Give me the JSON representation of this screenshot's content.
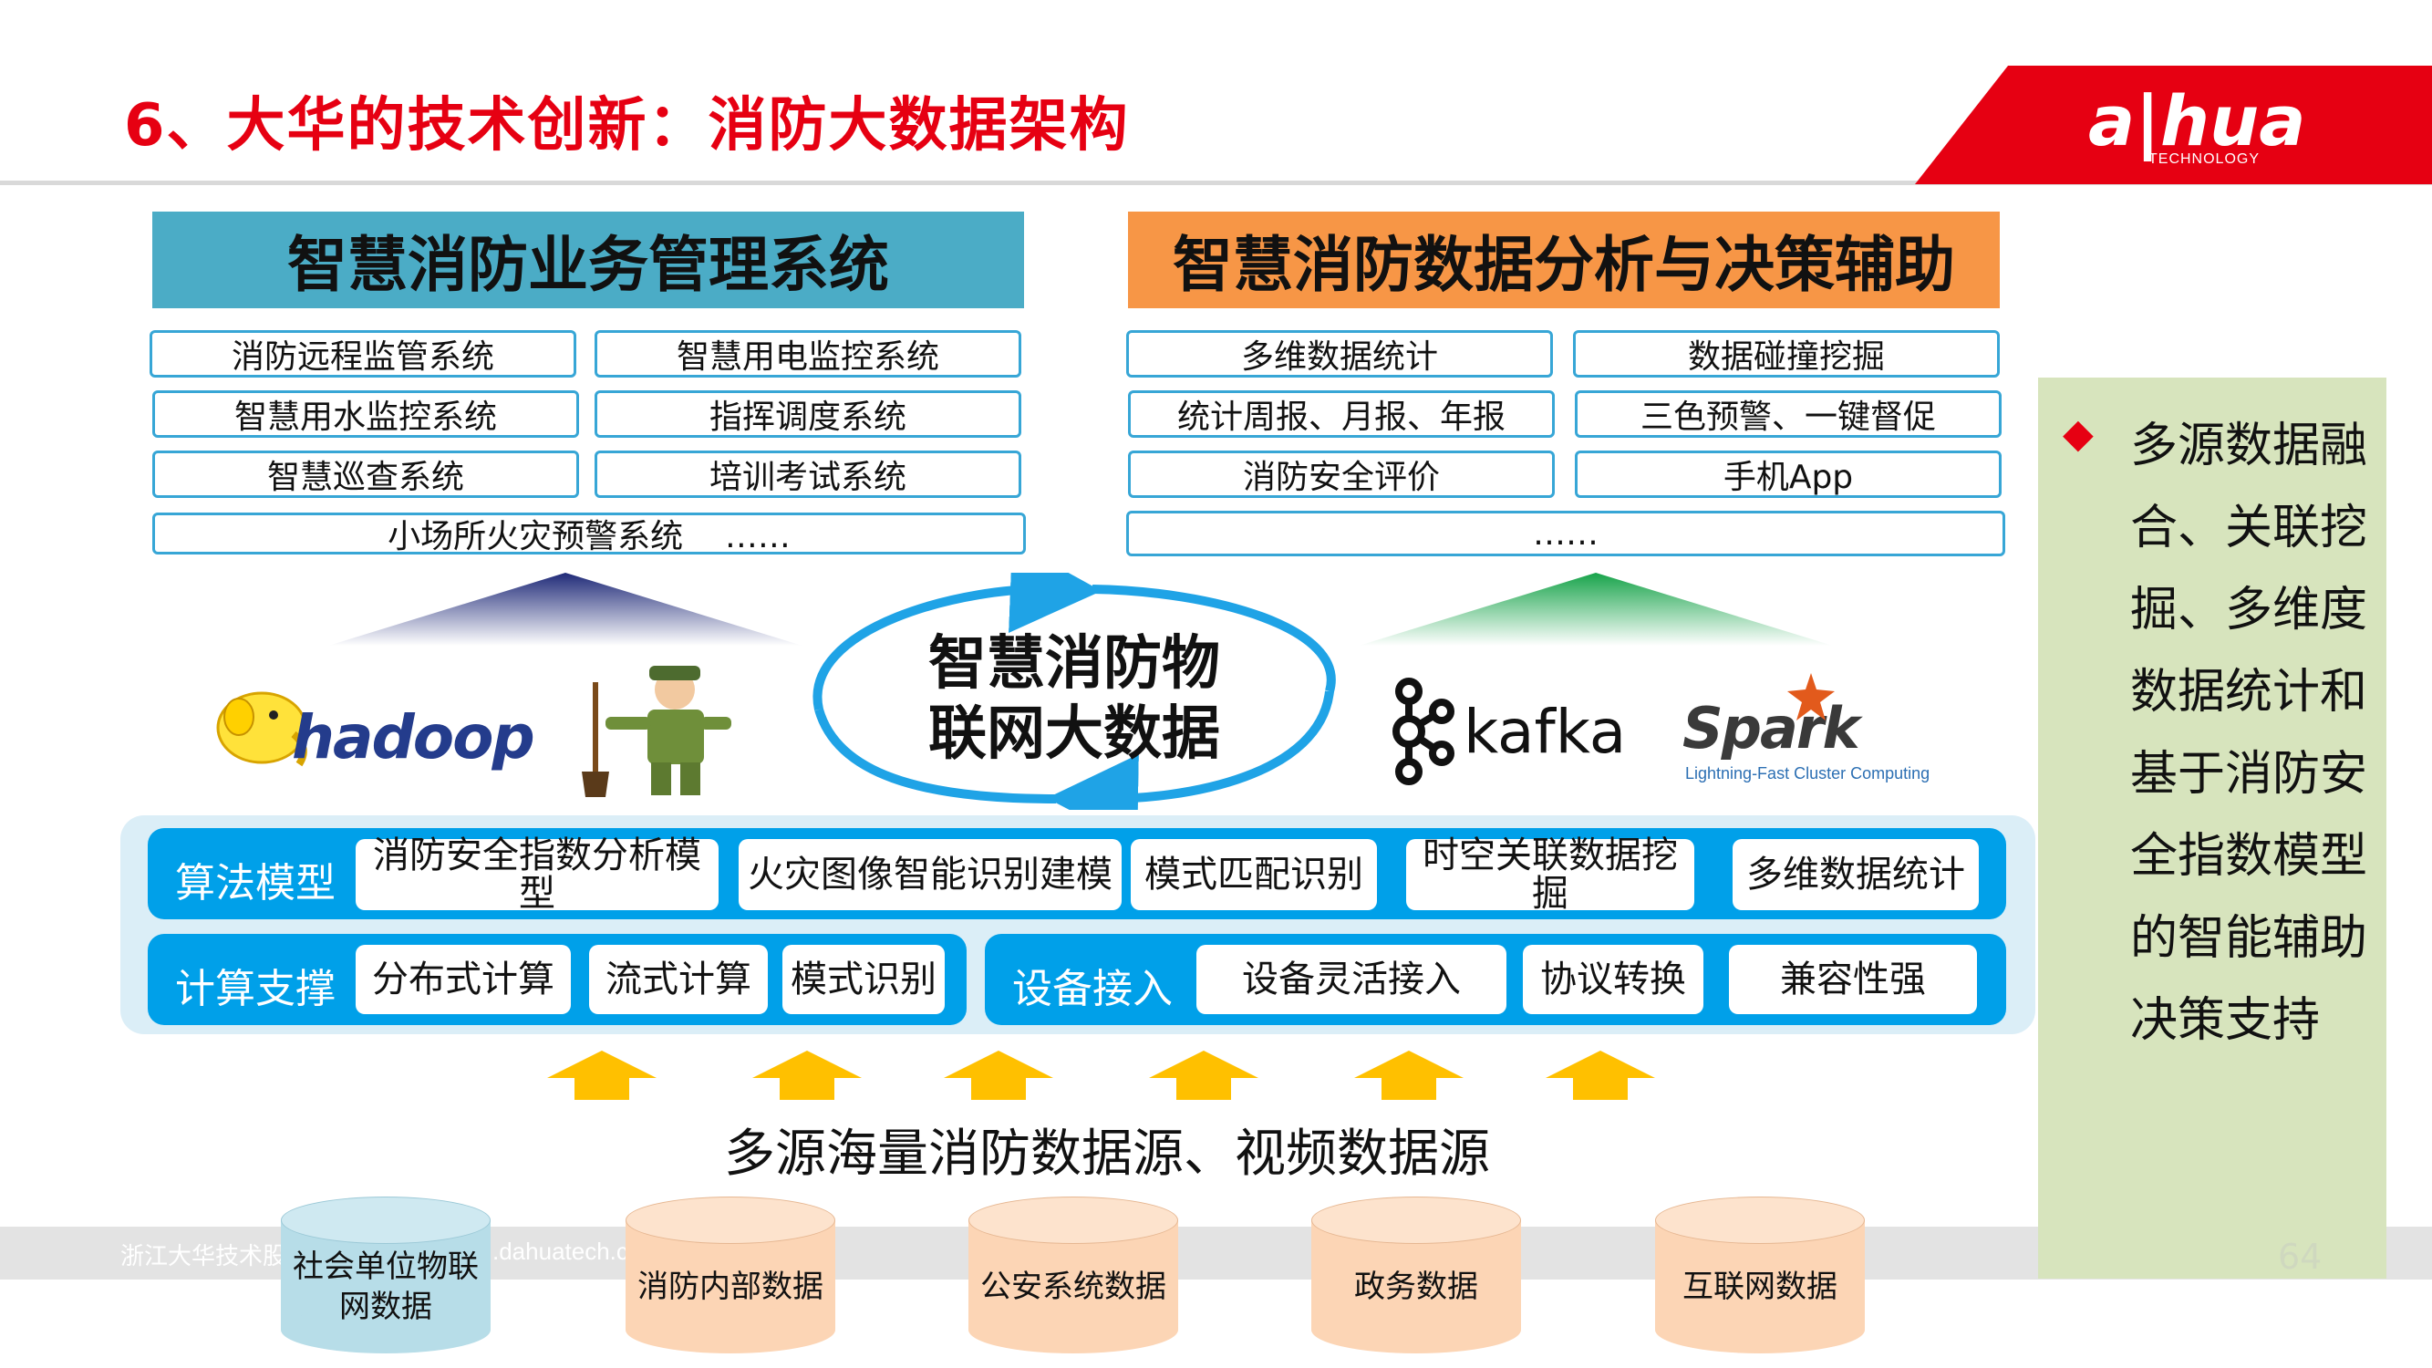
{
  "header": {
    "title": "6、大华的技术创新：消防大数据架构",
    "logo_text": "a|hua",
    "logo_sub": "TECHNOLOGY"
  },
  "left_panel": {
    "title": "智慧消防业务管理系统",
    "items": [
      "消防远程监管系统",
      "智慧用电监控系统",
      "智慧用水监控系统",
      "指挥调度系统",
      "智慧巡查系统",
      "培训考试系统",
      "小场所火灾预警系统    ……"
    ]
  },
  "right_panel": {
    "title": "智慧消防数据分析与决策辅助",
    "items": [
      "多维数据统计",
      "数据碰撞挖掘",
      "统计周报、月报、年报",
      "三色预警、一键督促",
      "消防安全评价",
      "手机App",
      "……"
    ]
  },
  "center": {
    "loop_text_line1": "智慧消防物",
    "loop_text_line2": "联网大数据",
    "hadoop_text": "hadoop",
    "kafka_text": "kafka",
    "spark_text": "Spark",
    "spark_tagline": "Lightning-Fast Cluster Computing"
  },
  "algorithm_row": {
    "label": "算法模型",
    "items": [
      "消防安全指数分析模型",
      "火灾图像智能识别建模",
      "模式匹配识别",
      "时空关联数据挖掘",
      "多维数据统计"
    ]
  },
  "compute_row": {
    "label": "计算支撑",
    "items": [
      "分布式计算",
      "流式计算",
      "模式识别"
    ]
  },
  "device_row": {
    "label": "设备接入",
    "items": [
      "设备灵活接入",
      "协议转换",
      "兼容性强"
    ]
  },
  "sources": {
    "title": "多源海量消防数据源、视频数据源",
    "cylinders": [
      "社会单位物联网数据",
      "消防内部数据",
      "公安系统数据",
      "政务数据",
      "互联网数据"
    ]
  },
  "footer": {
    "left_text": "浙江大华技术股",
    "url_text": ".dahuatech.c",
    "page_number": "64"
  },
  "side_note": {
    "bullet": "◆",
    "lines": [
      "多源数据融",
      "合、关联挖",
      "掘、多维度",
      "数据统计和",
      "基于消防安",
      "全指数模型",
      "的智能辅助",
      "决策支持"
    ]
  },
  "colors": {
    "brand_red": "#e60012",
    "left_header": "#4bacc6",
    "right_header": "#f79646",
    "band_blue": "#00a0e9",
    "side_green": "#d7e4bd",
    "arrow_yellow": "#ffc000",
    "cyl_blue": "#b7dde8",
    "cyl_orange": "#fcd5b5"
  }
}
